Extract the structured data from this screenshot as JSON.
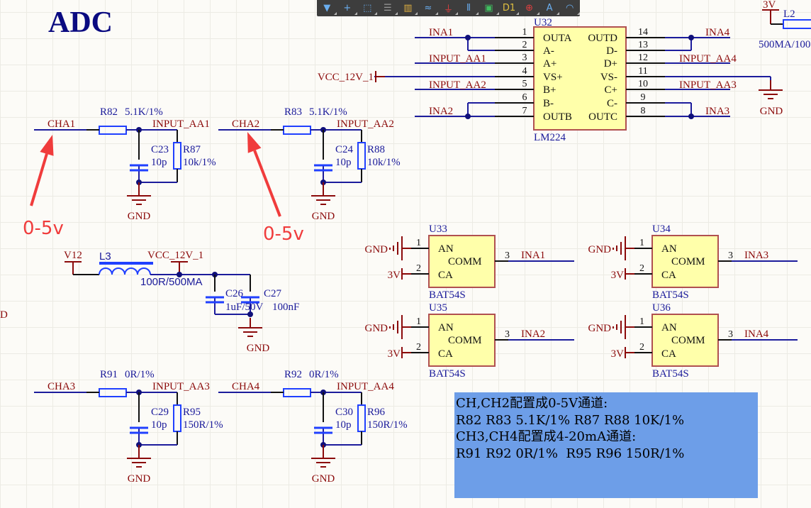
{
  "title": "ADC",
  "colors": {
    "wire": "#1c1c9c",
    "net_label": "#8b0a0a",
    "component": "#2040ff",
    "chip_fill": "#ffffaa",
    "annotation": "#f03c3c",
    "note_fill": "#6d9ee8"
  },
  "toolbar": [
    {
      "icon": "filter-icon",
      "glyph": "▼",
      "color": "#6aaef0"
    },
    {
      "icon": "crosshair-icon",
      "glyph": "+",
      "color": "#6aaef0"
    },
    {
      "icon": "select-rect-icon",
      "glyph": "⬚",
      "color": "#6aaef0"
    },
    {
      "icon": "align-icon",
      "glyph": "☰",
      "color": "#999"
    },
    {
      "icon": "component-icon",
      "glyph": "▥",
      "color": "#e0b040"
    },
    {
      "icon": "bus-icon",
      "glyph": "≈",
      "color": "#6aaef0"
    },
    {
      "icon": "ground-power-icon",
      "glyph": "⏚",
      "color": "#e04040"
    },
    {
      "icon": "harness-icon",
      "glyph": "⫴",
      "color": "#6aaef0"
    },
    {
      "icon": "sheet-symbol-icon",
      "glyph": "▣",
      "color": "#40c060"
    },
    {
      "icon": "port-icon",
      "glyph": "D1",
      "color": "#e0c040"
    },
    {
      "icon": "no-erc-icon",
      "glyph": "⊕",
      "color": "#e04040"
    },
    {
      "icon": "text-icon",
      "glyph": "A",
      "color": "#6aaef0"
    },
    {
      "icon": "arc-icon",
      "glyph": "◠",
      "color": "#6aaef0"
    }
  ],
  "filters": [
    {
      "in": "CHA1",
      "r": "R82",
      "rv": "5.1K/1%",
      "out": "INPUT_AA1",
      "c": "C23",
      "cv": "10p",
      "r2": "R87",
      "r2v": "10k/1%",
      "gnd": "GND"
    },
    {
      "in": "CHA2",
      "r": "R83",
      "rv": "5.1K/1%",
      "out": "INPUT_AA2",
      "c": "C24",
      "cv": "10p",
      "r2": "R88",
      "r2v": "10k/1%",
      "gnd": "GND"
    },
    {
      "in": "CHA3",
      "r": "R91",
      "rv": "0R/1%",
      "out": "INPUT_AA3",
      "c": "C29",
      "cv": "10p",
      "r2": "R95",
      "r2v": "150R/1%",
      "gnd": "GND"
    },
    {
      "in": "CHA4",
      "r": "R92",
      "rv": "0R/1%",
      "out": "INPUT_AA4",
      "c": "C30",
      "cv": "10p",
      "r2": "R96",
      "r2v": "150R/1%",
      "gnd": "GND"
    }
  ],
  "annotations": [
    "0-5v",
    "0-5v"
  ],
  "power": {
    "src": "V12",
    "l": "L3",
    "lv": "100R/500MA",
    "dst": "VCC_12V_1",
    "c1": "C26",
    "c1v": "1uF/50V",
    "c2": "C27",
    "c2v": "100nF",
    "gnd": "GND"
  },
  "opamp": {
    "ref": "U32",
    "part": "LM224",
    "left_pins": [
      {
        "n": "1",
        "name": "OUTA"
      },
      {
        "n": "2",
        "name": "A-"
      },
      {
        "n": "3",
        "name": "A+"
      },
      {
        "n": "4",
        "name": "VS+"
      },
      {
        "n": "5",
        "name": "B+"
      },
      {
        "n": "6",
        "name": "B-"
      },
      {
        "n": "7",
        "name": "OUTB"
      }
    ],
    "right_pins": [
      {
        "n": "14",
        "name": "OUTD"
      },
      {
        "n": "13",
        "name": "D-"
      },
      {
        "n": "12",
        "name": "D+"
      },
      {
        "n": "11",
        "name": "VS-"
      },
      {
        "n": "10",
        "name": "C+"
      },
      {
        "n": "9",
        "name": "C-"
      },
      {
        "n": "8",
        "name": "OUTC"
      }
    ],
    "left_nets": [
      "INA1",
      "INPUT_AA1",
      "VCC_12V_1",
      "INPUT_AA2",
      "INA2"
    ],
    "right_nets": [
      "INA4",
      "INPUT_AA4",
      "INPUT_AA3",
      "INA3"
    ],
    "gnd": "GND"
  },
  "diodes": [
    {
      "ref": "U33",
      "part": "BAT54S",
      "net": "INA1"
    },
    {
      "ref": "U34",
      "part": "BAT54S",
      "net": "INA3"
    },
    {
      "ref": "U35",
      "part": "BAT54S",
      "net": "INA2"
    },
    {
      "ref": "U36",
      "part": "BAT54S",
      "net": "INA4"
    }
  ],
  "diode_pins": {
    "an": "AN",
    "comm": "COMM",
    "ca": "CA",
    "p1": "1",
    "p2": "2",
    "p3": "3",
    "gnd": "GND",
    "vcc": "3V"
  },
  "l2": {
    "net": "3V",
    "ref": "L2",
    "value": "500MA/100"
  },
  "edge_text": "D",
  "note": [
    "CH,CH2配置成0-5V通道:",
    "R82 R83 5.1K/1% R87 R88 10K/1%",
    "CH3,CH4配置成4-20mA通道:",
    "R91 R92 0R/1%  R95 R96 150R/1%"
  ]
}
